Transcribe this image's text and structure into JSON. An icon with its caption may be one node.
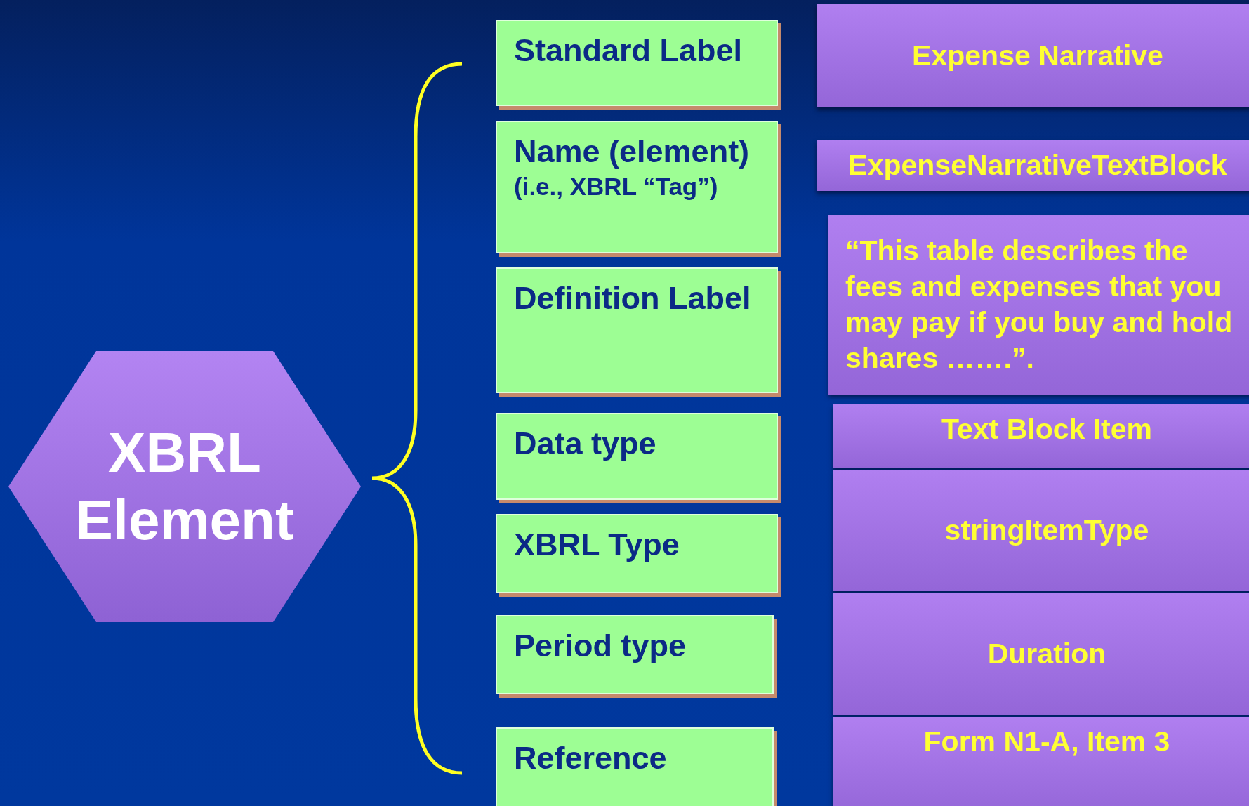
{
  "diagram": {
    "nodes": [
      {
        "text": [
          "XBRL Element"
        ]
      },
      {
        "text": [
          "Standard Label"
        ]
      },
      {
        "text": [
          "Name (element)",
          "(i.e., XBRL “Tag”)"
        ]
      },
      {
        "text": [
          "Definition Label"
        ]
      },
      {
        "text": [
          "Data type"
        ]
      },
      {
        "text": [
          "XBRL Type"
        ]
      },
      {
        "text": [
          "Period type"
        ]
      },
      {
        "text": [
          "Reference"
        ]
      },
      {
        "text": [
          "Expense Narrative"
        ]
      },
      {
        "text": [
          "ExpenseNarrativeTextBlock"
        ]
      },
      {
        "text": [
          "“This table describes the fees and expenses that you may pay if you buy and hold shares …….”."
        ]
      },
      {
        "text": [
          "Text Block Item"
        ]
      },
      {
        "text": [
          "stringItemType"
        ]
      },
      {
        "text": [
          "Duration"
        ]
      },
      {
        "text": [
          "Form N1-A, Item 3"
        ]
      }
    ],
    "edges": []
  }
}
